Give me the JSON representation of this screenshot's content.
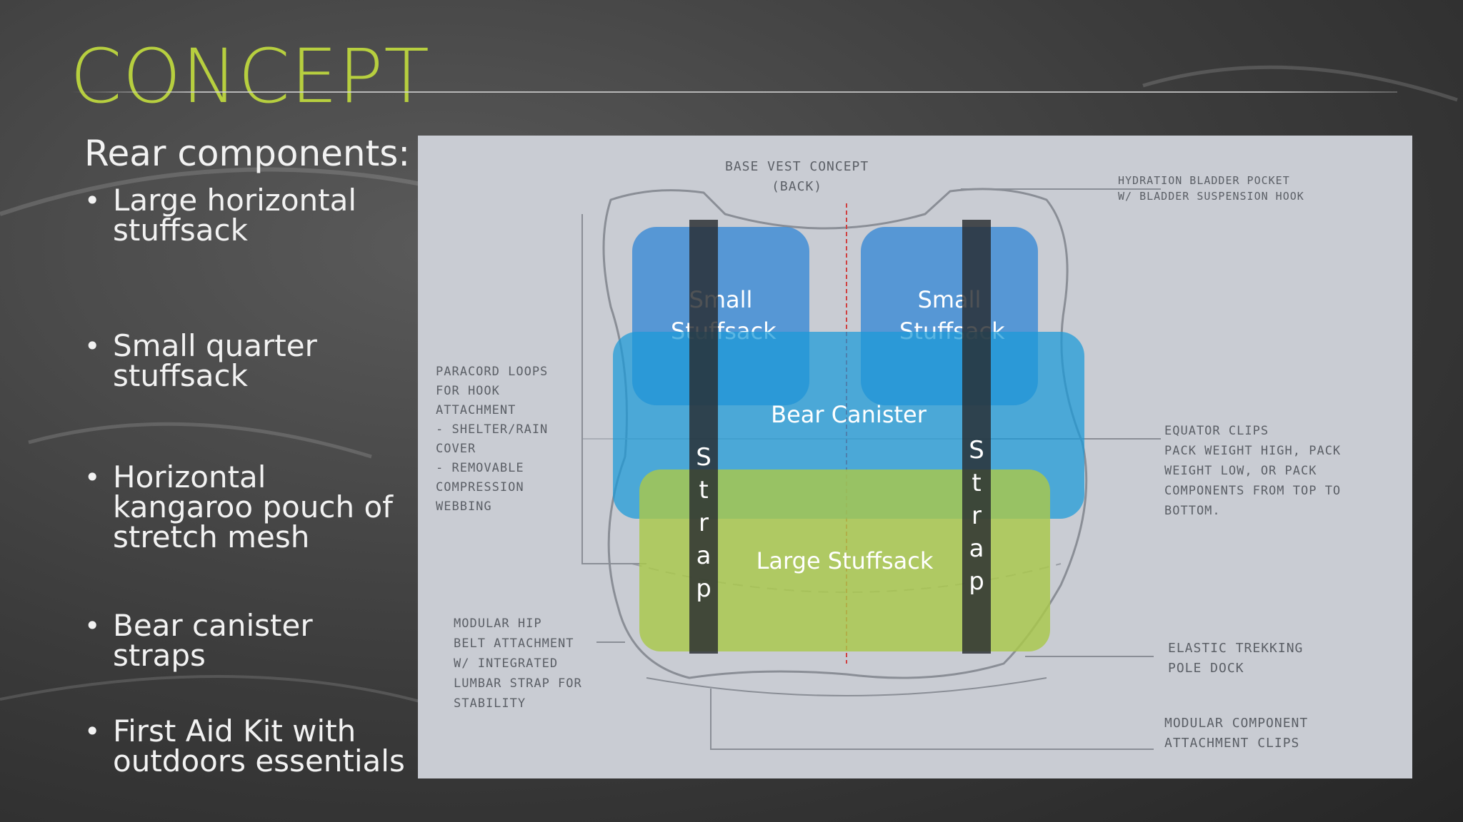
{
  "slide": {
    "title": "CONCEPT",
    "subheading": "Rear components:",
    "bullets": [
      "Large horizontal stuffsack",
      "Small quarter stuffsack",
      "Horizontal kangaroo pouch of stretch mesh",
      "Bear canister straps",
      "First Aid Kit with outdoors essentials"
    ]
  },
  "diagram": {
    "labels": {
      "small_left": "Small Stuffsack",
      "small_right": "Small Stuffsack",
      "bear_canister": "Bear Canister",
      "large_stuffsack": "Large Stuffsack",
      "strap_left_letters": [
        "S",
        "t",
        "r",
        "a",
        "p"
      ],
      "strap_right_letters": [
        "S",
        "t",
        "r",
        "a",
        "p"
      ]
    },
    "handwritten": {
      "top": "BASE VEST CONCEPT\n(BACK)",
      "top_right": "HYDRATION BLADDER POCKET\nW/ BLADDER SUSPENSION HOOK",
      "left": "PARACORD LOOPS\nFOR HOOK\nATTACHMENT\n- SHELTER/RAIN\nCOVER\n- REMOVABLE\nCOMPRESSION\nWEBBING",
      "right": "EQUATOR CLIPS\nPACK WEIGHT HIGH, PACK\nWEIGHT LOW, OR PACK\nCOMPONENTS FROM TOP TO\nBOTTOM.",
      "bottom_left": "MODULAR HIP\nBELT ATTACHMENT\nW/ INTEGRATED\nLUMBAR STRAP FOR\nSTABILITY",
      "bottom_right_1": "ELASTIC TREKKING\nPOLE DOCK",
      "bottom_right_2": "MODULAR COMPONENT\nATTACHMENT CLIPS"
    },
    "colors": {
      "blue": "#2f86d6",
      "cyan": "#1b9ad8",
      "green": "#a9c84a",
      "strap": "#2a2e32",
      "title_green": "#b7cf3f"
    }
  }
}
